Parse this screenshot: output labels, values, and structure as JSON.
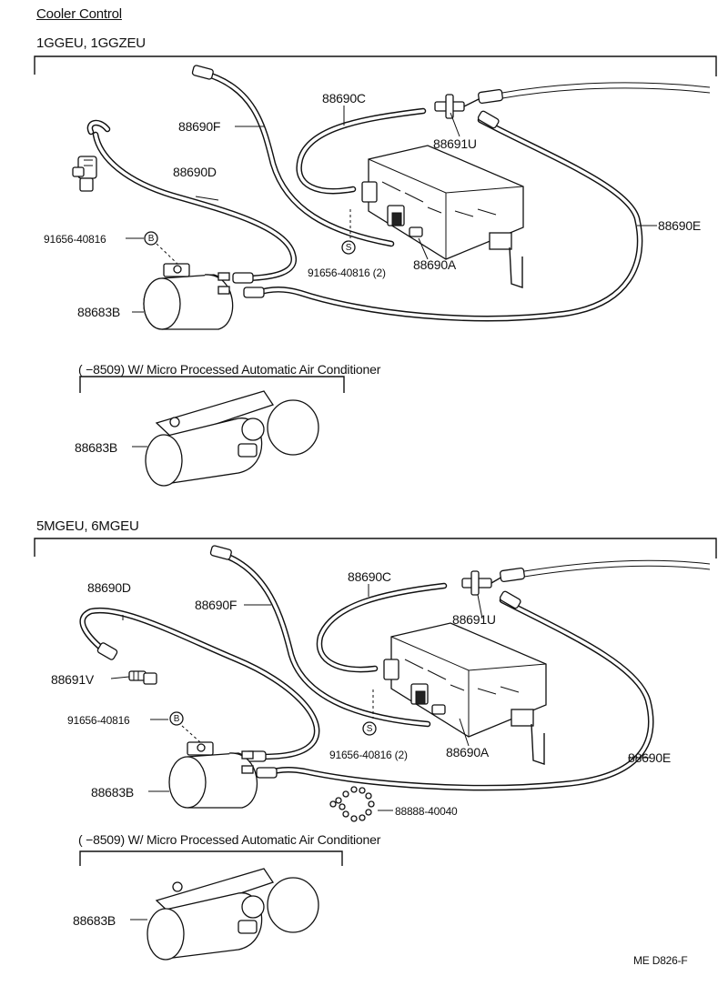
{
  "title": "Cooler Control",
  "sections": [
    {
      "header": "1GGEU, 1GGZEU",
      "labels": {
        "hose_c": "88690C",
        "hose_f": "88690F",
        "tee": "88691U",
        "hose_d": "88690D",
        "hose_e": "88690E",
        "bolt_b": "91656-40816",
        "bolt_s": "91656-40816 (2)",
        "hose_a": "88690A",
        "vsv": "88683B"
      },
      "symbol_b": "B",
      "symbol_s": "S",
      "sub_note": "(      −8509) W/ Micro Processed Automatic Air Conditioner",
      "sub_vsv": "88683B"
    },
    {
      "header": "5MGEU, 6MGEU",
      "labels": {
        "hose_c": "88690C",
        "hose_d": "88690D",
        "hose_f": "88690F",
        "tee": "88691U",
        "valve_v": "88691V",
        "bolt_b": "91656-40816",
        "bolt_s": "91656-40816 (2)",
        "hose_a": "88690A",
        "hose_e": "88690E",
        "vsv": "88683B",
        "clamp": "88888-40040"
      },
      "symbol_b": "B",
      "symbol_s": "S",
      "sub_note": "(      −8509) W/ Micro Processed Automatic Air Conditioner",
      "sub_vsv": "88683B"
    }
  ],
  "footer_code": "ME  D826-F"
}
